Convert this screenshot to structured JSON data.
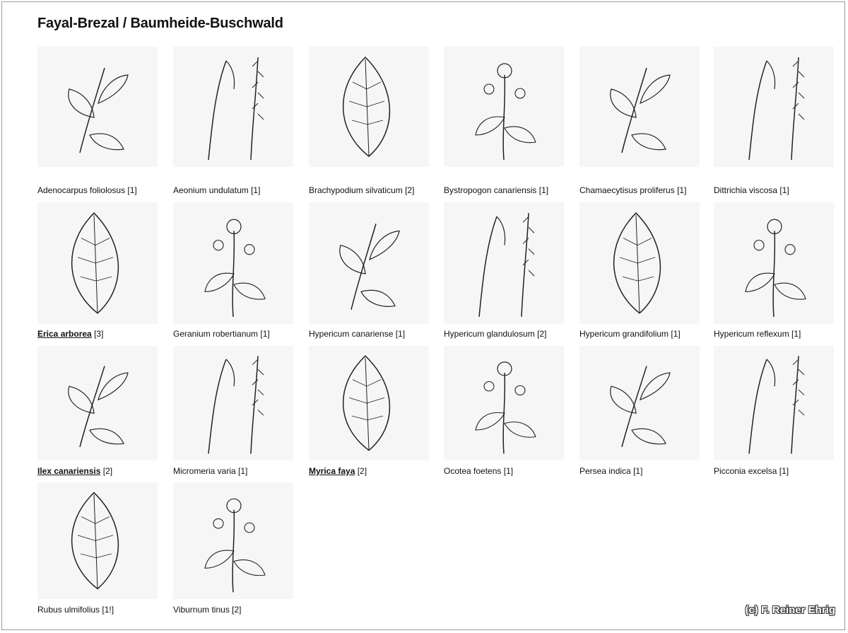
{
  "title": "Fayal-Brezal / Baumheide-Buschwald",
  "copyright": "(c) F. Reiner Ehrig",
  "plants": [
    {
      "name": "Adenocarpus foliolosus",
      "count": "[1]",
      "highlight": false
    },
    {
      "name": "Aeonium undulatum",
      "count": "[1]",
      "highlight": false
    },
    {
      "name": "Brachypodium silvaticum",
      "count": "[2]",
      "highlight": false
    },
    {
      "name": "Bystropogon canariensis",
      "count": "[1]",
      "highlight": false
    },
    {
      "name": "Chamaecytisus proliferus",
      "count": "[1]",
      "highlight": false
    },
    {
      "name": "Dittrichia viscosa",
      "count": "[1]",
      "highlight": false
    },
    {
      "name": "Erica arborea",
      "count": "[3]",
      "highlight": true
    },
    {
      "name": "Geranium robertianum",
      "count": "[1]",
      "highlight": false
    },
    {
      "name": "Hypericum canariense",
      "count": "[1]",
      "highlight": false
    },
    {
      "name": "Hypericum glandulosum",
      "count": "[2]",
      "highlight": false
    },
    {
      "name": "Hypericum grandifolium",
      "count": "[1]",
      "highlight": false
    },
    {
      "name": "Hypericum reflexum",
      "count": "[1]",
      "highlight": false
    },
    {
      "name": "Ilex canariensis",
      "count": "[2]",
      "highlight": true
    },
    {
      "name": "Micromeria varia",
      "count": "[1]",
      "highlight": false
    },
    {
      "name": "Myrica faya",
      "count": "[2]",
      "highlight": true
    },
    {
      "name": "Ocotea foetens",
      "count": "[1]",
      "highlight": false
    },
    {
      "name": "Persea indica",
      "count": "[1]",
      "highlight": false
    },
    {
      "name": "Picconia excelsa",
      "count": "[1]",
      "highlight": false
    },
    {
      "name": "Rubus ulmifolius",
      "count": "[1!]",
      "highlight": false
    },
    {
      "name": "Viburnum tinus",
      "count": "[2]",
      "highlight": false
    }
  ]
}
